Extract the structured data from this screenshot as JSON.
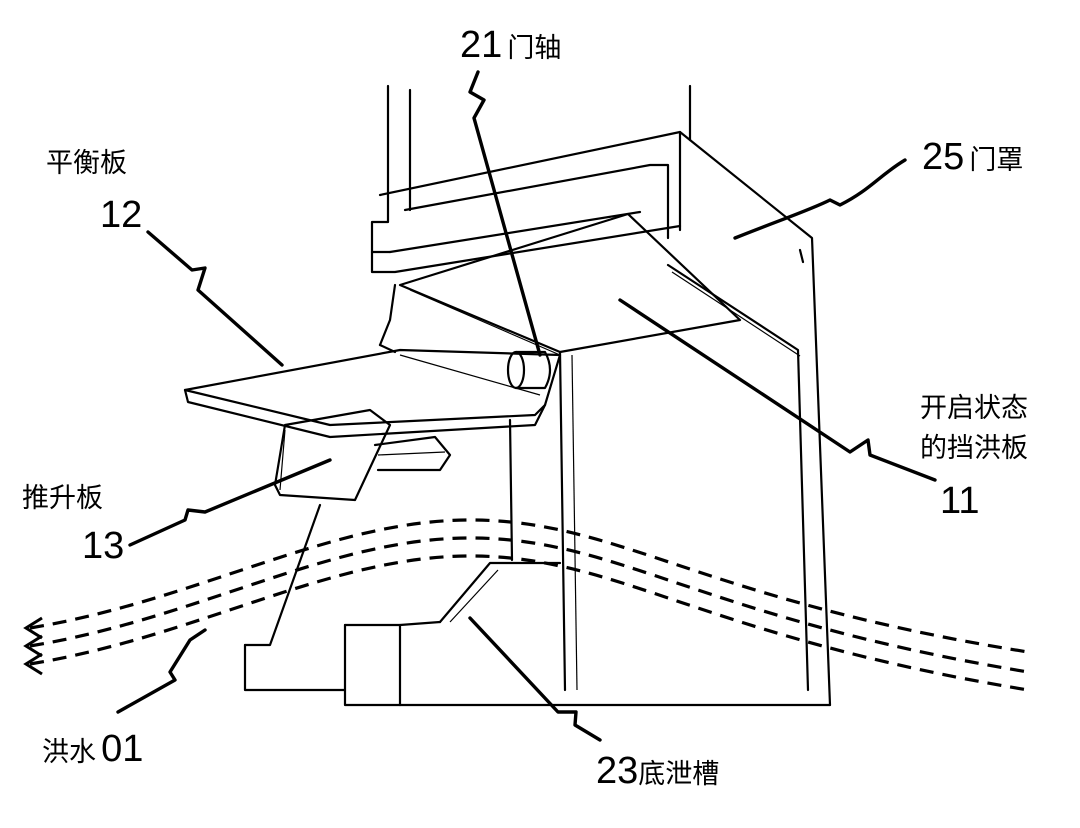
{
  "labels": {
    "door_shaft": {
      "number": "21",
      "text": "门轴"
    },
    "door_cover": {
      "number": "25",
      "text": "门罩"
    },
    "balance_plate": {
      "number": "12",
      "text": "平衡板"
    },
    "flood_gate_open": {
      "number": "11",
      "line1": "开启状态",
      "line2": "的挡洪板"
    },
    "lift_plate": {
      "number": "13",
      "text": "推升板"
    },
    "flood": {
      "text": "洪水",
      "number": "01"
    },
    "bottom_drain": {
      "number": "23",
      "text": "底泄槽"
    }
  }
}
